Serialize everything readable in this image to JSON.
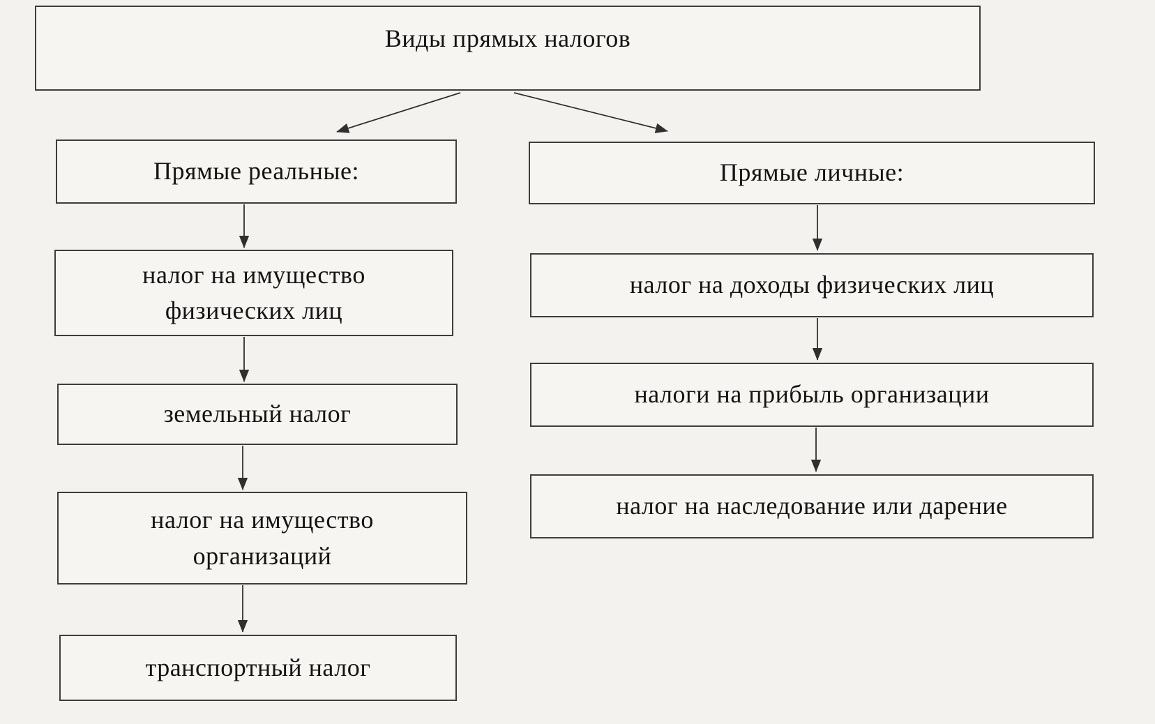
{
  "diagram": {
    "title": "Виды прямых налогов",
    "left": {
      "header": "Прямые реальные:",
      "items": [
        {
          "label": "налог на имущество\nфизических лиц"
        },
        {
          "label": "земельный налог"
        },
        {
          "label": "налог на имущество\nорганизаций"
        },
        {
          "label": "транспортный налог"
        }
      ]
    },
    "right": {
      "header": "Прямые личные:",
      "items": [
        {
          "label": "налог на доходы физических лиц"
        },
        {
          "label": "налоги на прибыль организации"
        },
        {
          "label": "налог на наследование или дарение"
        }
      ]
    },
    "colors": {
      "background": "#f4f2ef",
      "box_fill": "#f7f5f2",
      "border": "#3d3d3d",
      "text": "#141414",
      "arrow": "#2f2f2f"
    }
  }
}
